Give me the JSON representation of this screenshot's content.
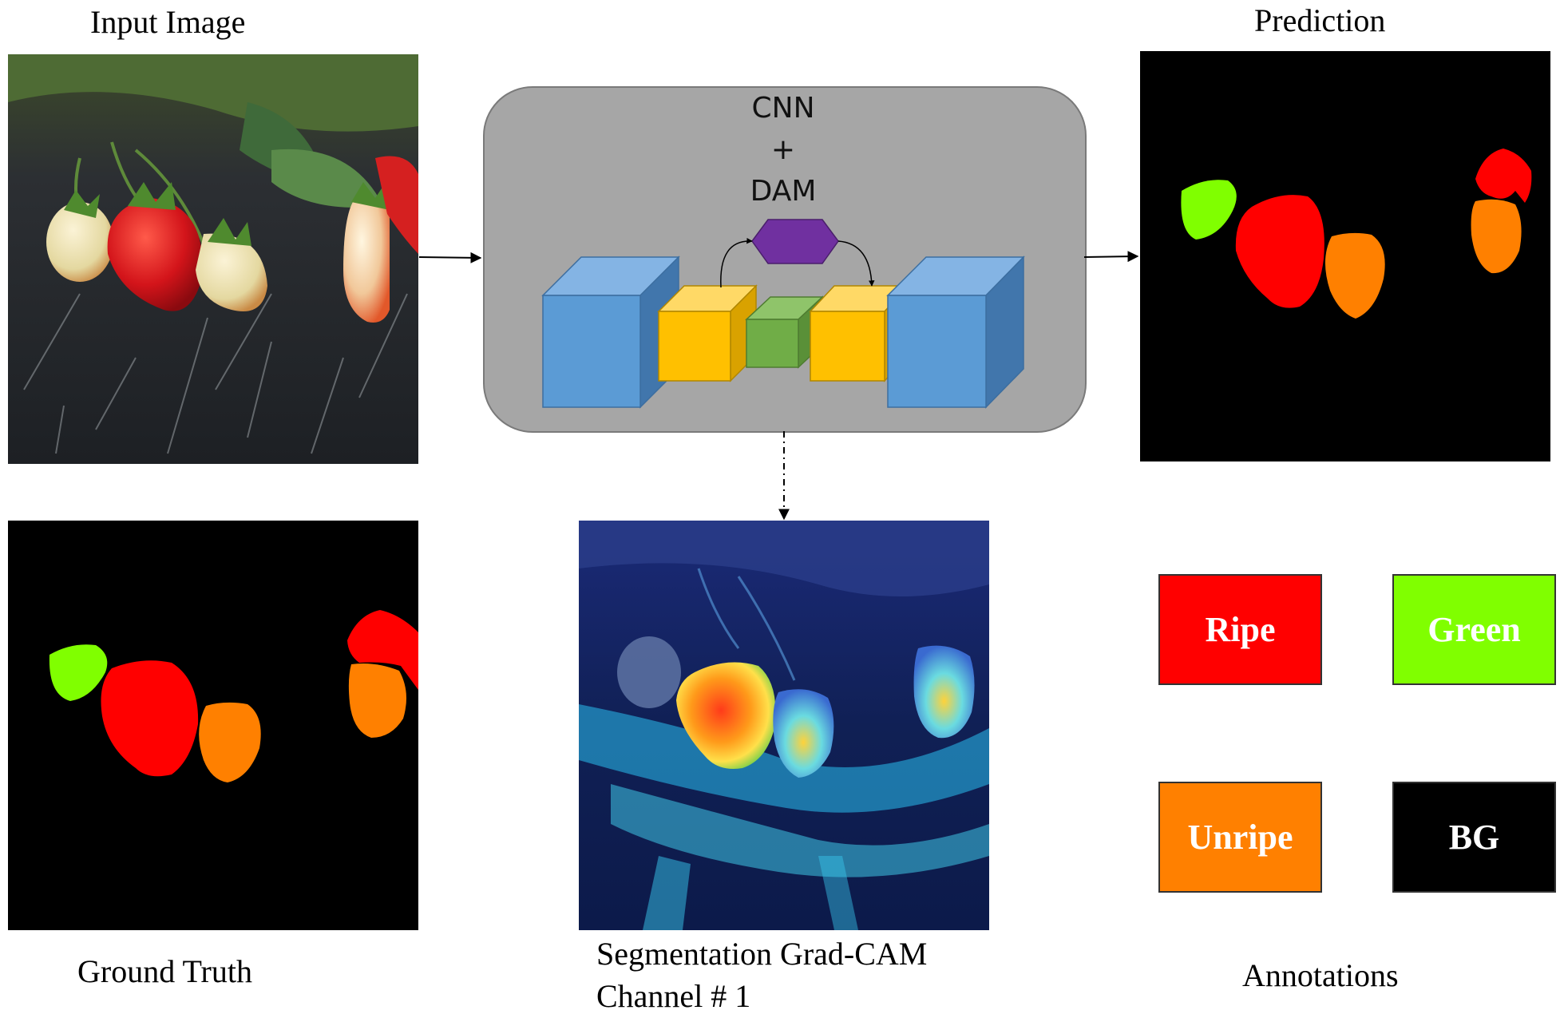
{
  "captions": {
    "input_image": "Input Image",
    "prediction": "Prediction",
    "ground_truth": "Ground Truth",
    "gradcam_line1": "Segmentation  Grad-CAM",
    "gradcam_line2": "Channel # 1",
    "annotations": "Annotations"
  },
  "model": {
    "line1": "CNN",
    "line2": "+",
    "line3": "DAM"
  },
  "legend": [
    {
      "label": "Ripe",
      "color": "#ff0000"
    },
    {
      "label": "Green",
      "color": "#80ff00"
    },
    {
      "label": "Unripe",
      "color": "#ff8000"
    },
    {
      "label": "BG",
      "color": "#000000"
    }
  ],
  "colors": {
    "block_blue": "#5b9bd5",
    "block_yellow": "#ffc000",
    "block_green": "#70ad47",
    "hexagon_purple": "#7030a0",
    "model_box": "#a6a6a6"
  }
}
